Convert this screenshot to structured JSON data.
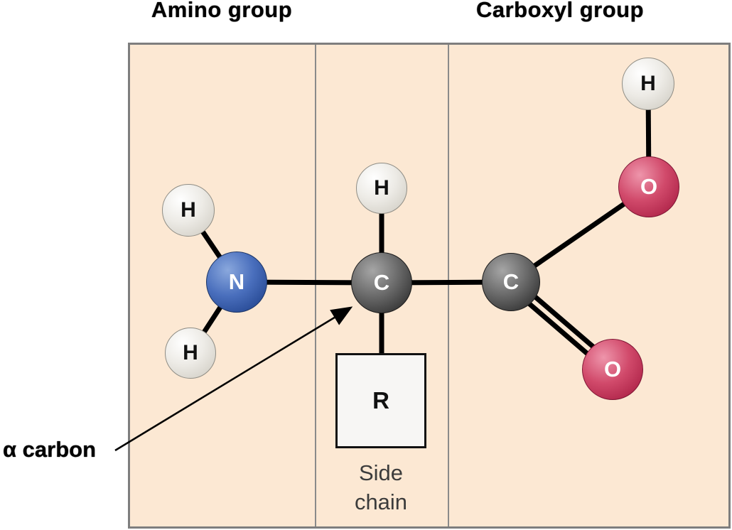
{
  "labels": {
    "amino_group": "Amino group",
    "carboxyl_group": "Carboxyl group",
    "alpha_carbon": "α carbon",
    "side_chain": [
      "Side",
      "chain"
    ]
  },
  "atoms": {
    "h_amino_top": "H",
    "h_amino_bottom": "H",
    "n_amino": "N",
    "h_alpha": "H",
    "c_alpha": "C",
    "c_carboxyl": "C",
    "o_hydroxyl": "O",
    "h_hydroxyl": "H",
    "o_carbonyl": "O",
    "r_group": "R"
  },
  "colors": {
    "panel_fill": "#fce8d3",
    "panel_border": "#7e7e7e",
    "nitrogen_blue": "#3b63b1",
    "carbon_gray": "#4a4a4a",
    "oxygen_red": "#cc3a5e",
    "hydrogen_white": "#edebe6",
    "bond_black": "#000000"
  }
}
